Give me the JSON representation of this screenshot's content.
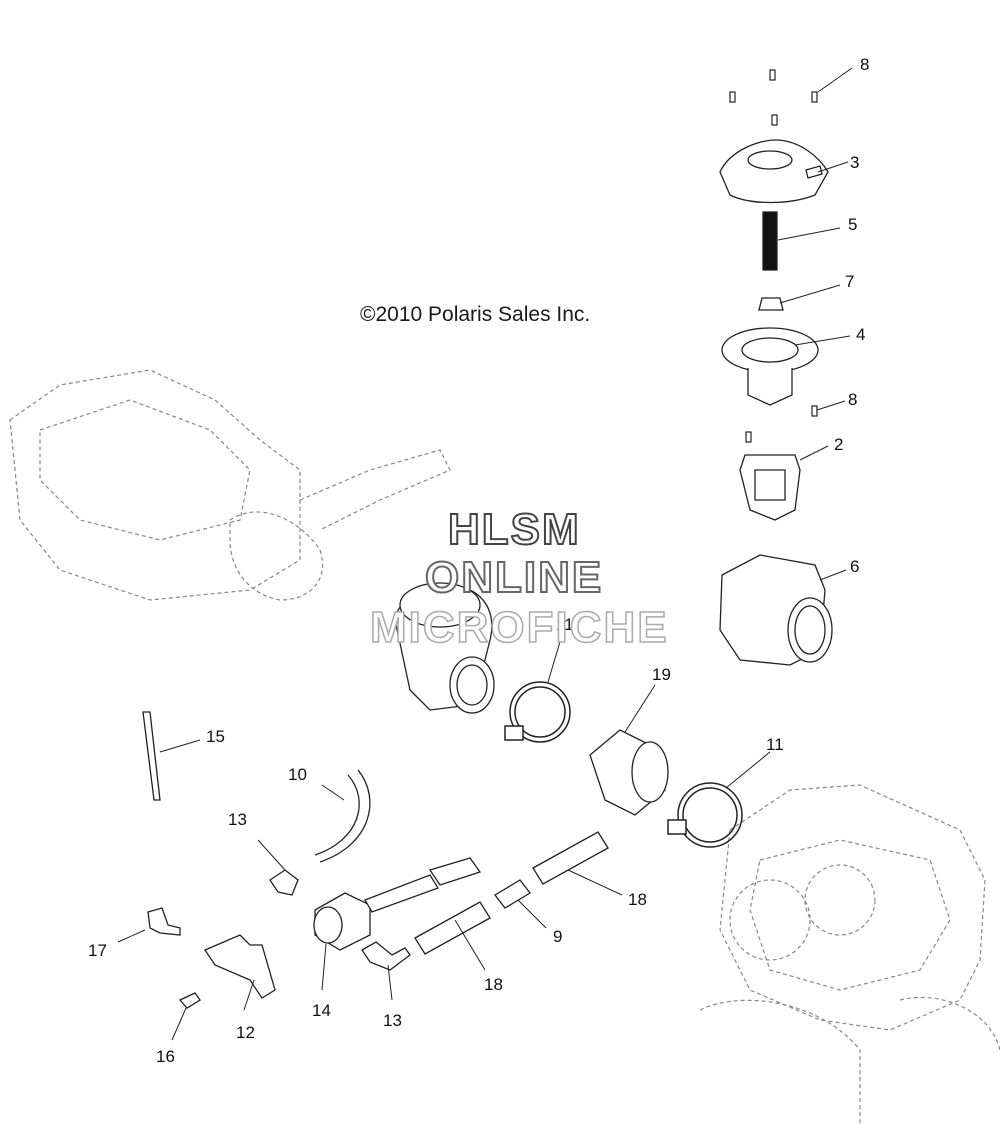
{
  "copyright": "©2010  Polaris Sales Inc.",
  "watermark": {
    "line1": "HLSM",
    "line2": "ONLINE",
    "line3": "MICROFICHE"
  },
  "callouts": [
    "8",
    "3",
    "5",
    "7",
    "4",
    "8",
    "2",
    "6",
    "11",
    "19",
    "11",
    "15",
    "10",
    "13",
    "18",
    "9",
    "17",
    "14",
    "13",
    "18",
    "12",
    "16"
  ],
  "colors": {
    "line": "#222222",
    "dashed": "#888888",
    "watermark_outline": "#555555"
  }
}
